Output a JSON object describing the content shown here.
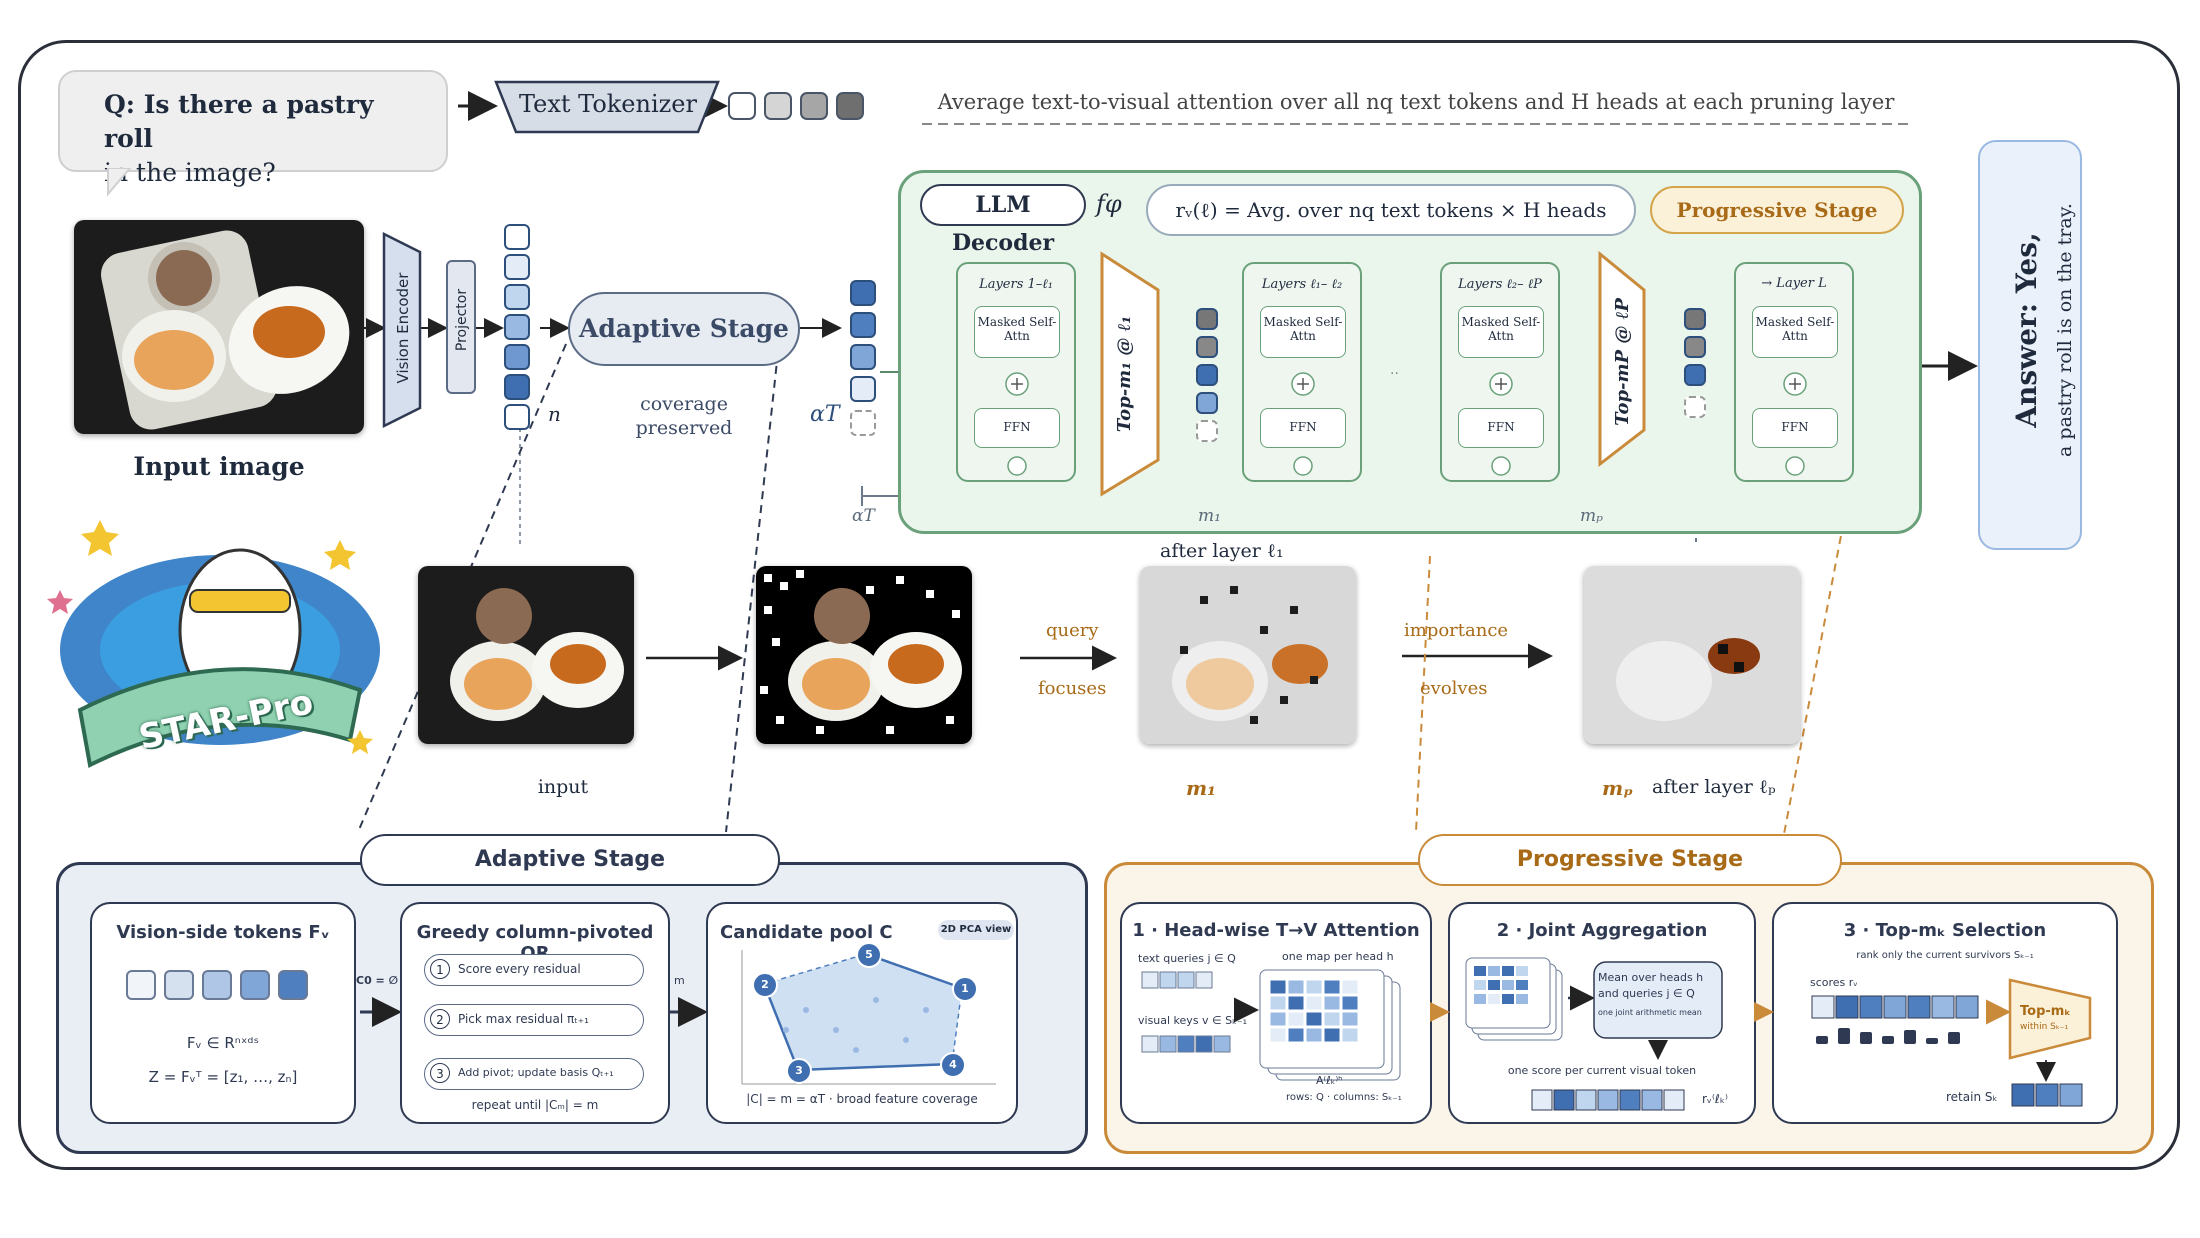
{
  "question": {
    "line1": "Q: Is there a pastry roll",
    "line2": "in the image?"
  },
  "text_tokenizer": "Text Tokenizer",
  "top_caption": "Average text-to-visual attention over all nq text tokens and H heads at each pruning layer",
  "vision_encoder": "Vision Encoder",
  "projector": "Projector",
  "n_label": "n",
  "input_image_label": "Input image",
  "adaptive_stage": "Adaptive Stage",
  "coverage": {
    "line1": "coverage",
    "line2": "preserved"
  },
  "alpha_t": "αT",
  "llm_decoder": "LLM Decoder",
  "f_phi": "fφ",
  "formula": "rᵥ(ℓ) = Avg. over nq text tokens × H heads",
  "progressive_stage": "Progressive Stage",
  "layers": [
    {
      "title": "Layers 1–ℓ₁",
      "attn": "Masked Self-Attn",
      "ffn": "FFN"
    },
    {
      "title": "Layers ℓ₁– ℓ₂",
      "attn": "Masked Self-Attn",
      "ffn": "FFN"
    },
    {
      "title": "Layers ℓ₂– ℓP",
      "attn": "Masked Self-Attn",
      "ffn": "FFN"
    },
    {
      "title": "→ Layer L",
      "attn": "Masked Self-Attn",
      "ffn": "FFN"
    }
  ],
  "ellipsis": "··",
  "topm1": "Top-m₁ @ ℓ₁",
  "topmp": "Top-mP @ ℓP",
  "answer": {
    "bold": "Answer: Yes,",
    "rest": "a pastry roll is on the tray."
  },
  "bracket_labels": {
    "alpha_t": "αT",
    "m1": "m₁",
    "mp": "mₚ"
  },
  "after_layer1": "after layer ℓ₁",
  "flow": {
    "query": "query",
    "focuses": "focuses",
    "importance": "importance",
    "evolves": "evolves"
  },
  "input_label": "input",
  "m1_label": "m₁",
  "mp_label": "mₚ",
  "after_layerp": "after layer ℓₚ",
  "logo_text": "STAR-Pro",
  "adaptive_panel": {
    "title": "Adaptive Stage",
    "vision_tokens": {
      "title": "Vision-side tokens Fᵥ",
      "eq1": "Fᵥ ∈ Rⁿˣᵈˢ",
      "eq2": "Z = Fᵥᵀ = [z₁, …, zₙ]"
    },
    "c0": "C0 = ∅",
    "qr": {
      "title": "Greedy column-pivoted QR",
      "steps": [
        "Score every residual",
        "Pick max residual πₜ₊₁",
        "Add pivot; update basis Qₜ₊₁"
      ],
      "repeat": "repeat until |Cₘ| = m",
      "step_nums": [
        "1",
        "2",
        "3"
      ]
    },
    "m_label": "m",
    "pool": {
      "title": "Candidate pool C",
      "badge": "2D PCA view",
      "caption": "|C| = m = αT · broad feature coverage",
      "nodes": [
        "1",
        "2",
        "3",
        "4",
        "5"
      ]
    }
  },
  "progressive_panel": {
    "title": "Progressive Stage",
    "step1": {
      "title": "1 · Head-wise T→V Attention",
      "text_queries": "text queries j ∈ Q",
      "one_map": "one map per head h",
      "visual_keys": "visual keys v ∈ Sₖ₋₁",
      "attn": "A⁽ℓₖ⁾ʰ",
      "rows": "rows: Q · columns: Sₖ₋₁"
    },
    "step2": {
      "title": "2 · Joint Aggregation",
      "mean": "Mean over heads h and queries j ∈ Q",
      "mean_sub": "one joint arithmetic mean",
      "one_score": "one score per current visual token",
      "r": "rᵥ⁽ℓₖ⁾"
    },
    "step3": {
      "title": "3 · Top-mₖ Selection",
      "rank": "rank only the current survivors Sₖ₋₁",
      "scores": "scores rᵥ",
      "topm": "Top-mₖ",
      "within": "within Sₖ₋₁",
      "retain": "retain Sₖ"
    }
  }
}
